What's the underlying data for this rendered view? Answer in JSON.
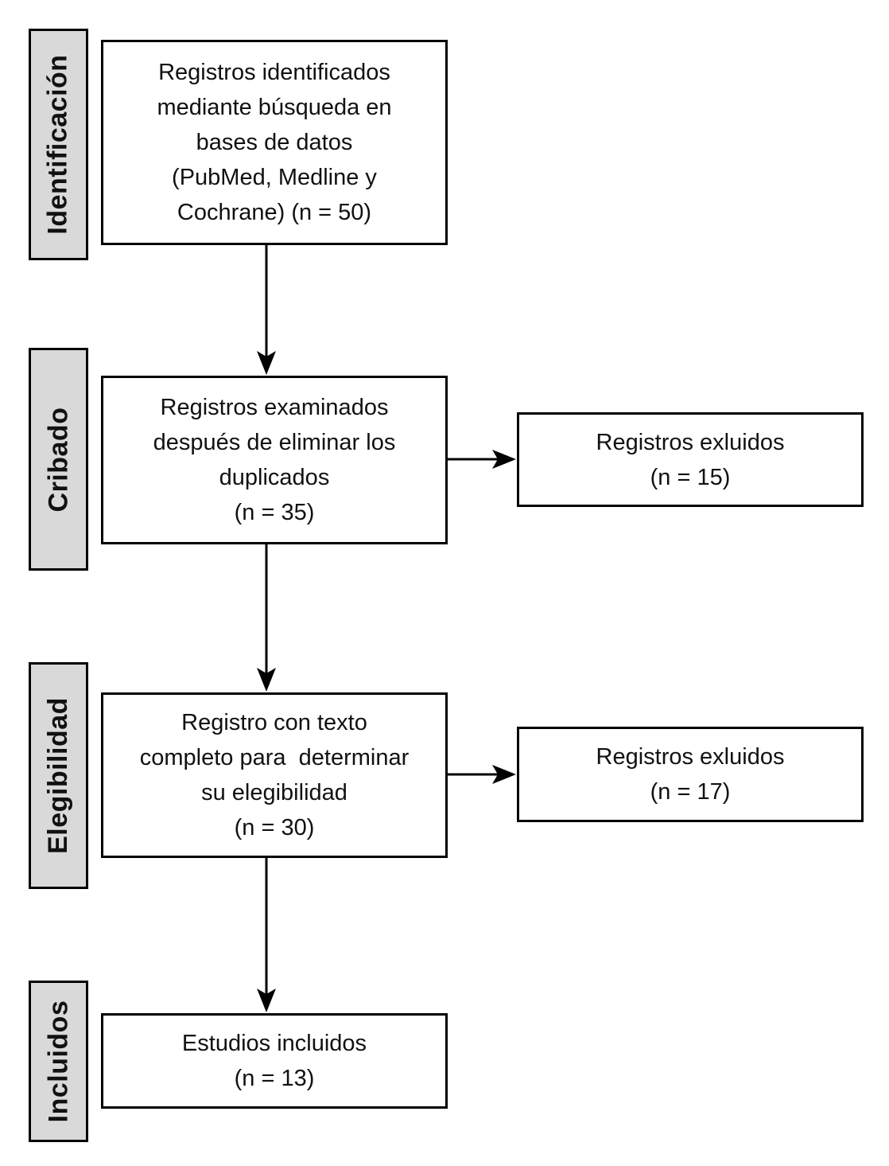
{
  "diagram": {
    "kind": "prisma-flow-diagram",
    "stage_labels": {
      "identification": "Identificación",
      "screening": "Cribado",
      "eligibility": "Elegibilidad",
      "included": "Incluidos"
    },
    "boxes": {
      "identified": "Registros identificados\nmediante búsqueda en\nbases de datos\n(PubMed, Medline y\nCochrane) (n = 50)",
      "screened": "Registros examinados\ndespués de eliminar los\nduplicados\n(n = 35)",
      "excluded_screening": "Registros exluidos\n(n = 15)",
      "fulltext": "Registro con texto\ncompleto para  determinar\nsu elegibilidad\n(n = 30)",
      "excluded_eligibility": "Registros exluidos\n(n = 17)",
      "included": "Estudios incluidos\n(n = 13)"
    },
    "counts": {
      "identified": 50,
      "screened": 35,
      "excluded_screening": 15,
      "fulltext_assessed": 30,
      "excluded_eligibility": 17,
      "included": 13
    },
    "colors": {
      "stage_fill": "#d9d9d9",
      "box_fill": "#ffffff",
      "stroke": "#000000"
    }
  }
}
